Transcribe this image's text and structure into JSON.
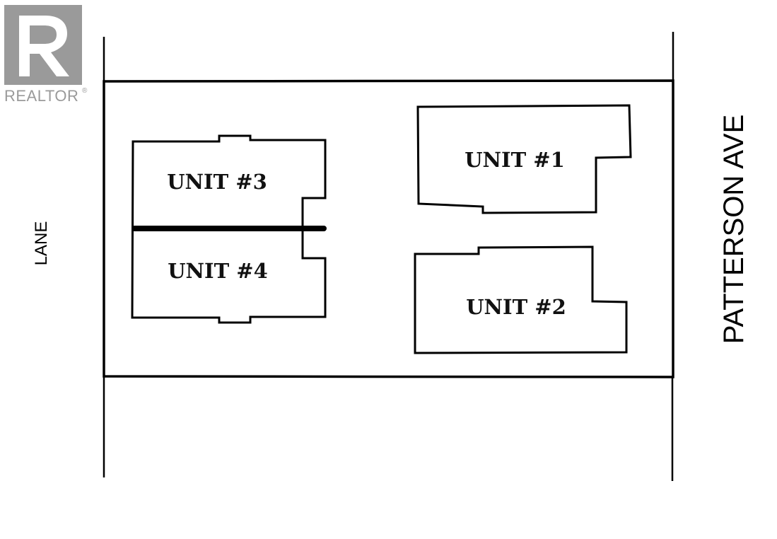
{
  "logo": {
    "wordmark": "REALTOR",
    "trademark": "®",
    "icon": "realtor-r-logo-icon",
    "color": "#9a9a9a"
  },
  "streets": {
    "left": "LANE",
    "right": "PATTERSON AVE"
  },
  "units": {
    "unit1": "UNIT #1",
    "unit2": "UNIT #2",
    "unit3": "UNIT #3",
    "unit4": "UNIT #4"
  },
  "colors": {
    "line": "#000000",
    "background": "#ffffff"
  }
}
